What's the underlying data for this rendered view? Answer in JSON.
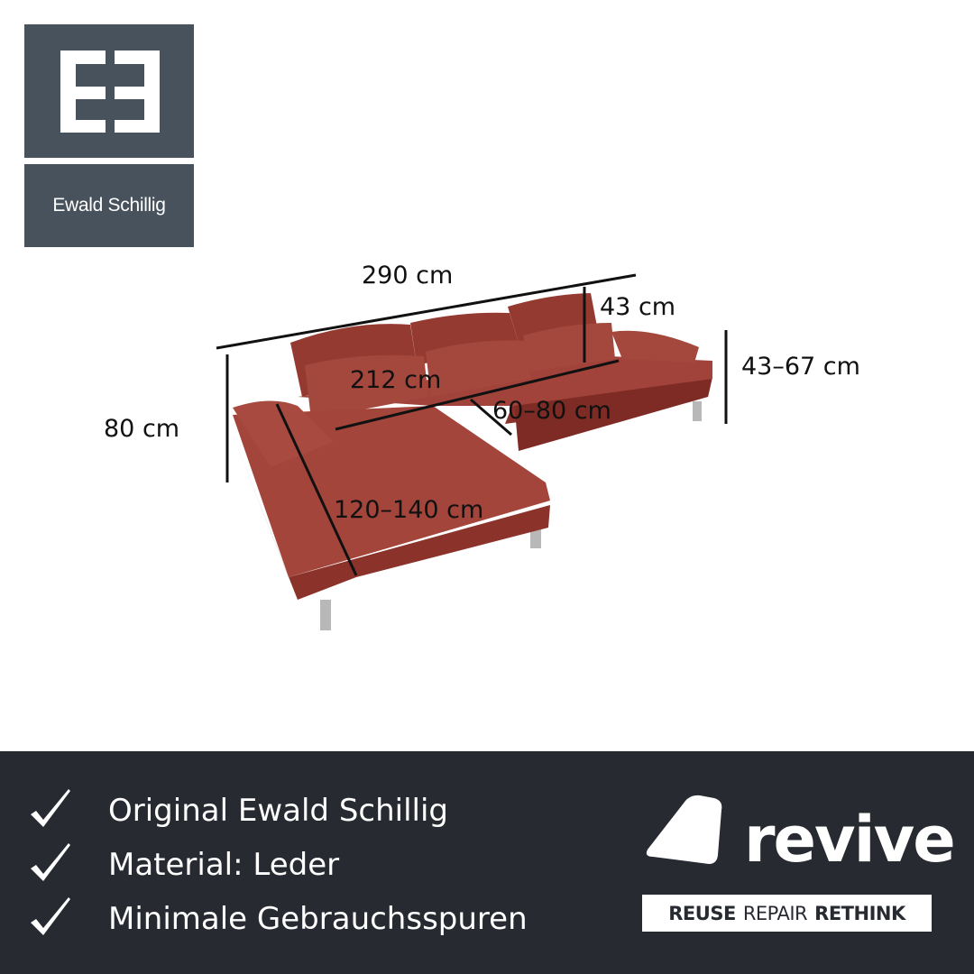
{
  "brand_logo": {
    "name": "Ewald Schillig",
    "color": "#47525c"
  },
  "dimensions": {
    "total_width": "290 cm",
    "back_height": "43 cm",
    "seat_height": "43–67 cm",
    "seat_width": "212 cm",
    "seat_depth": "60–80 cm",
    "height": "80 cm",
    "chaise_length": "120–140 cm"
  },
  "sofa_color": "#9a3a31",
  "features": [
    {
      "icon": "checkmark-icon",
      "text": "Original Ewald Schillig"
    },
    {
      "icon": "checkmark-icon",
      "text": "Material: Leder"
    },
    {
      "icon": "checkmark-icon",
      "text": "Minimale Gebrauchsspuren"
    }
  ],
  "revive_logo": {
    "word": "revive",
    "tagline": [
      "REUSE",
      "REPAIR",
      "RETHINK"
    ]
  },
  "band_color": "#272a31"
}
